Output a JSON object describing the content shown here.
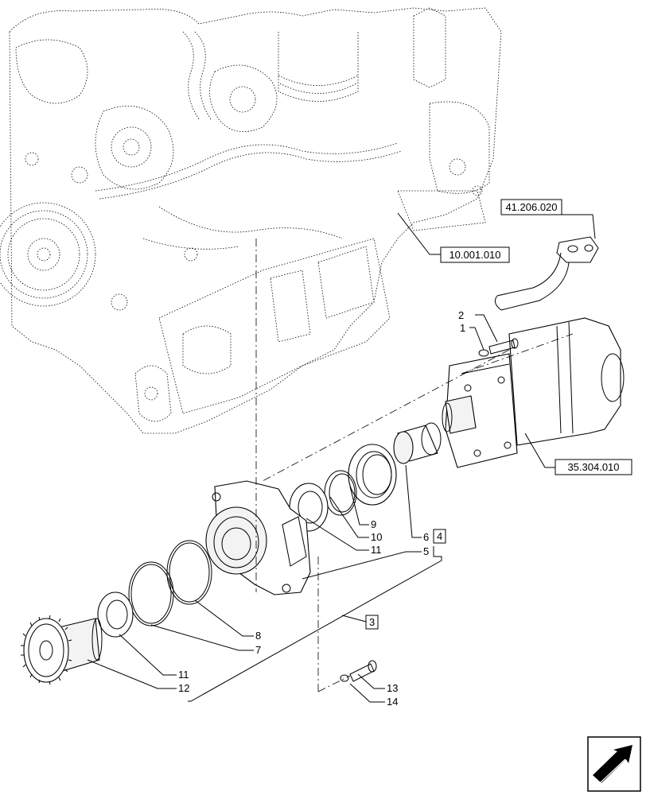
{
  "references": {
    "ref_41206020": "41.206.020",
    "ref_10001010": "10.001.010",
    "ref_35304010": "35.304.010"
  },
  "callouts": {
    "c1": "1",
    "c2": "2",
    "c3": "3",
    "c4": "4",
    "c5": "5",
    "c6": "6",
    "c7": "7",
    "c8": "8",
    "c9": "9",
    "c10": "10",
    "c11a": "11",
    "c11b": "11",
    "c12": "12",
    "c13": "13",
    "c14": "14"
  },
  "icons": {
    "navigation": "next-page-arrow-icon"
  }
}
